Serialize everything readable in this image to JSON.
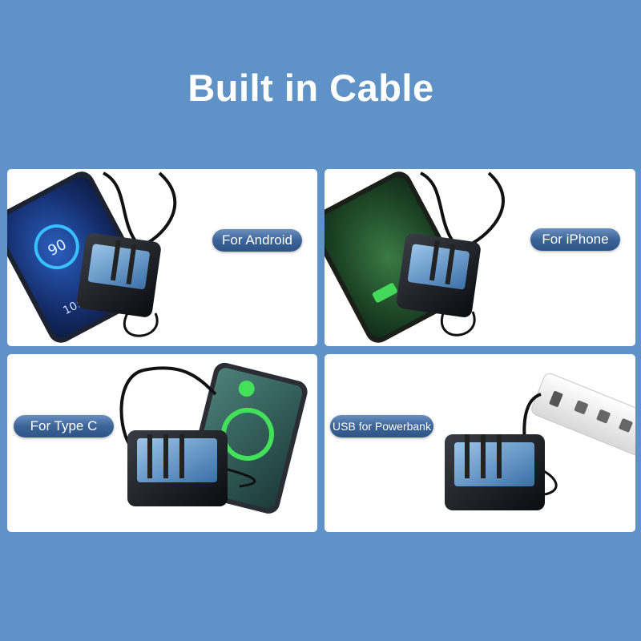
{
  "header": {
    "title": "Built in Cable"
  },
  "panels": [
    {
      "label": "For Android"
    },
    {
      "label": "For iPhone"
    },
    {
      "label": "For Type C"
    },
    {
      "label": "USB for Powerbank"
    }
  ],
  "colors": {
    "background": "#5f93c7",
    "panel": "#ffffff",
    "label_badge": "#3c6497",
    "label_text": "#ffffff"
  },
  "icons": [
    "android-phone",
    "iphone",
    "type-c-phone",
    "power-strip",
    "power-bank",
    "charging-cable"
  ]
}
